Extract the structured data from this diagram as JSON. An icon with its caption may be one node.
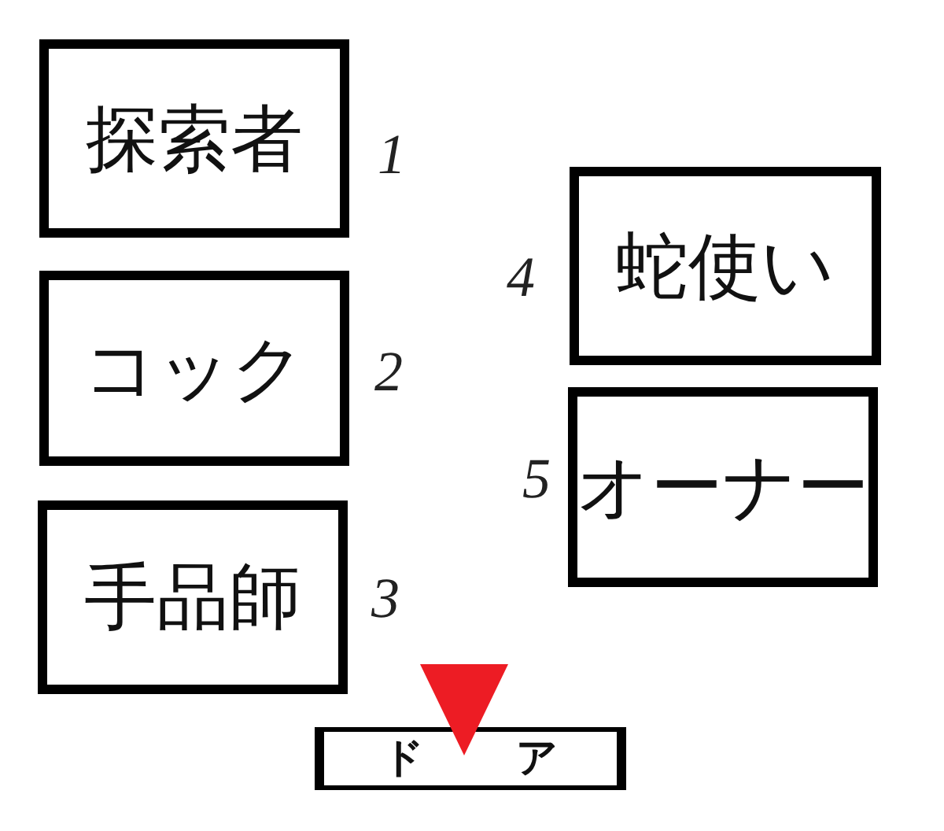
{
  "diagram": {
    "nodes": [
      {
        "text": [
          "探索者"
        ],
        "beside": [
          "1"
        ]
      },
      {
        "text": [
          "コック"
        ],
        "beside": [
          "2"
        ]
      },
      {
        "text": [
          "手品師"
        ],
        "beside": [
          "3"
        ]
      },
      {
        "text": [
          "蛇使い"
        ],
        "beside": [
          "4"
        ]
      },
      {
        "text": [
          "オーナー"
        ],
        "beside": [
          "5"
        ]
      },
      {
        "text": [
          "ドア"
        ]
      }
    ]
  }
}
